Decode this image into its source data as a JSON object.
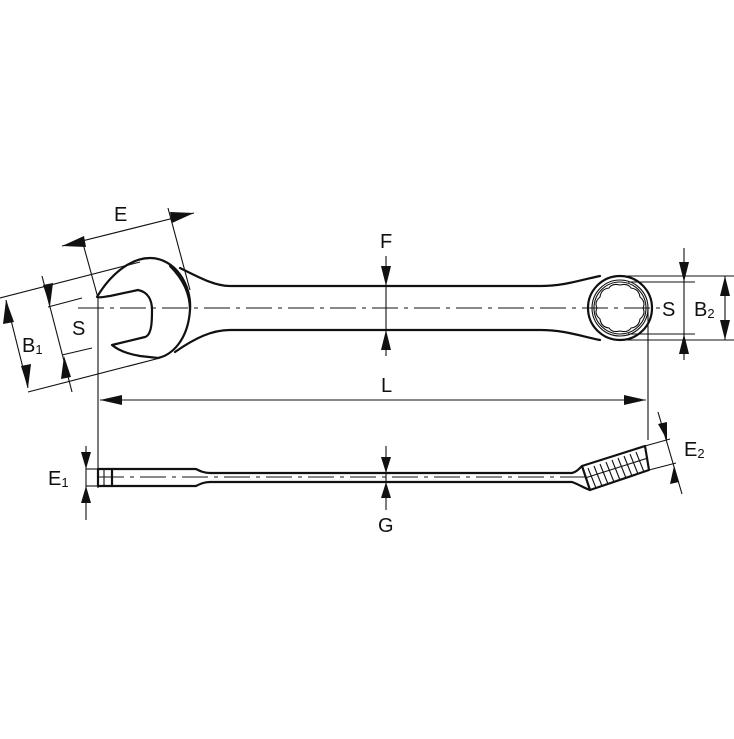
{
  "drawing": {
    "title": "Combination wrench dimension drawing",
    "line_color": "#111111",
    "background": "#ffffff",
    "views": {
      "top": "plan-view",
      "bottom": "side-view"
    },
    "dimensions": {
      "E": {
        "label": "E",
        "sub": ""
      },
      "F": {
        "label": "F",
        "sub": ""
      },
      "S_open": {
        "label": "S",
        "sub": ""
      },
      "B1": {
        "label": "B",
        "sub": "1"
      },
      "S_ring": {
        "label": "S",
        "sub": ""
      },
      "B2": {
        "label": "B",
        "sub": "2"
      },
      "L": {
        "label": "L",
        "sub": ""
      },
      "E1": {
        "label": "E",
        "sub": "1"
      },
      "E2": {
        "label": "E",
        "sub": "2"
      },
      "G": {
        "label": "G",
        "sub": ""
      }
    }
  }
}
